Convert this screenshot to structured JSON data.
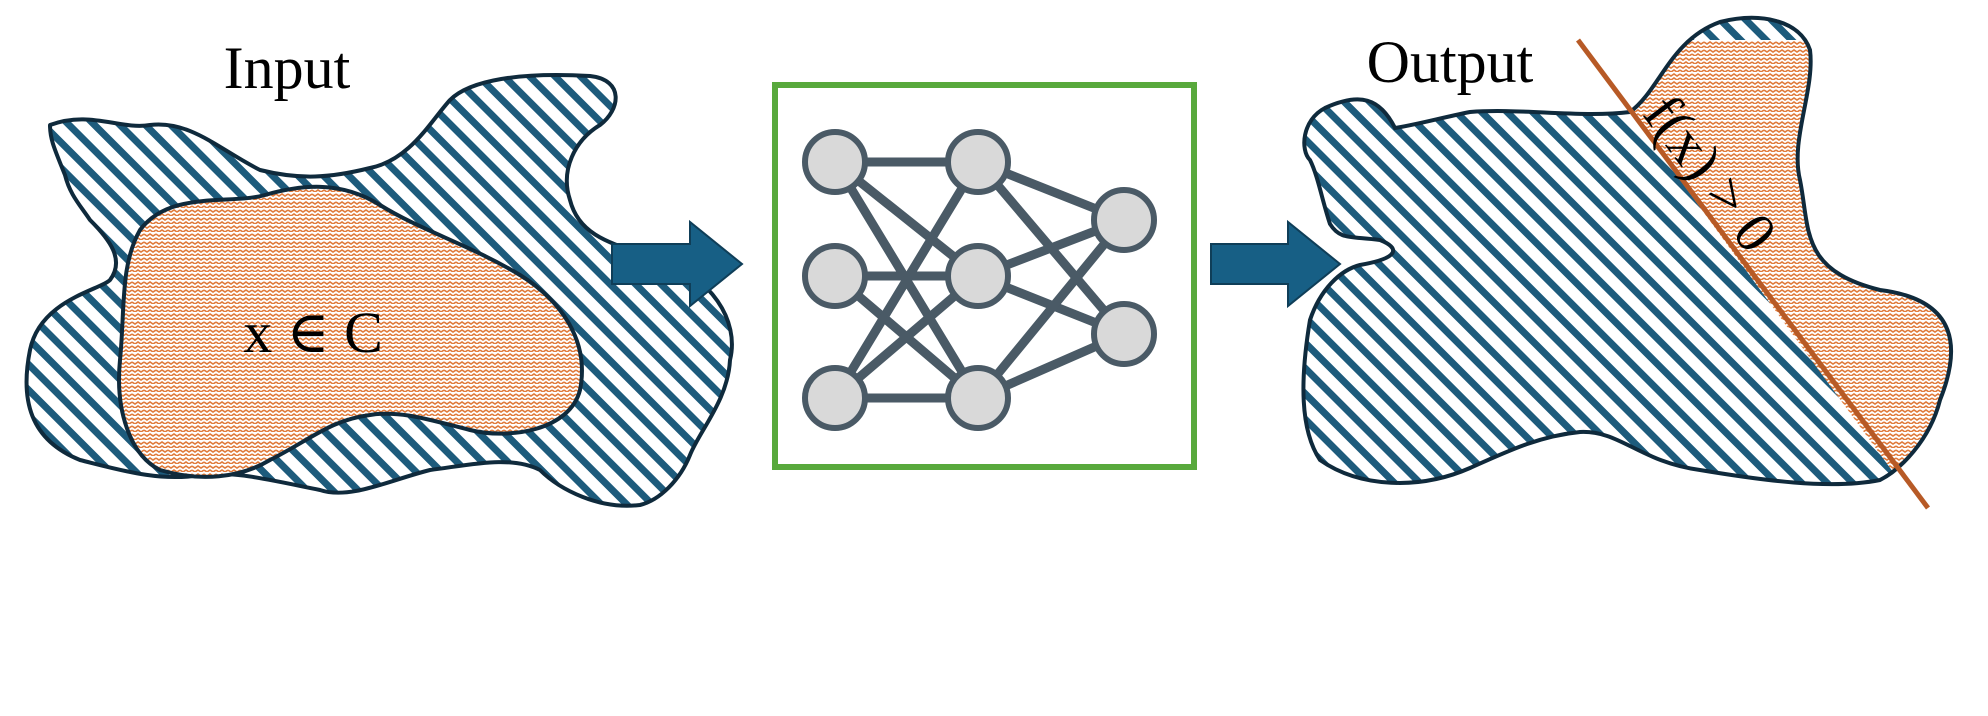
{
  "input": {
    "title": "Input",
    "expression": "x ∈ C"
  },
  "output": {
    "title": "Output",
    "boundary_label": "f(x) > 0"
  },
  "network": {
    "layers": [
      3,
      3,
      2
    ],
    "links": [
      [
        0,
        0,
        1,
        0
      ],
      [
        0,
        0,
        1,
        1
      ],
      [
        0,
        0,
        1,
        2
      ],
      [
        0,
        1,
        1,
        1
      ],
      [
        0,
        1,
        1,
        2
      ],
      [
        0,
        2,
        1,
        0
      ],
      [
        0,
        2,
        1,
        1
      ],
      [
        0,
        2,
        1,
        2
      ],
      [
        1,
        0,
        2,
        0
      ],
      [
        1,
        0,
        2,
        1
      ],
      [
        1,
        1,
        2,
        0
      ],
      [
        1,
        1,
        2,
        1
      ],
      [
        1,
        2,
        2,
        0
      ],
      [
        1,
        2,
        2,
        1
      ]
    ]
  },
  "colors": {
    "domain_stroke": "#0f2a3c",
    "hatch_blue": "#1d5b7c",
    "hatch_orange": "#e07a3a",
    "arrow_blue": "#175f85",
    "box_green": "#58a93c",
    "node_fill": "#d9d9d9",
    "node_stroke": "#4a5a66",
    "boundary_line": "#b75a26"
  }
}
